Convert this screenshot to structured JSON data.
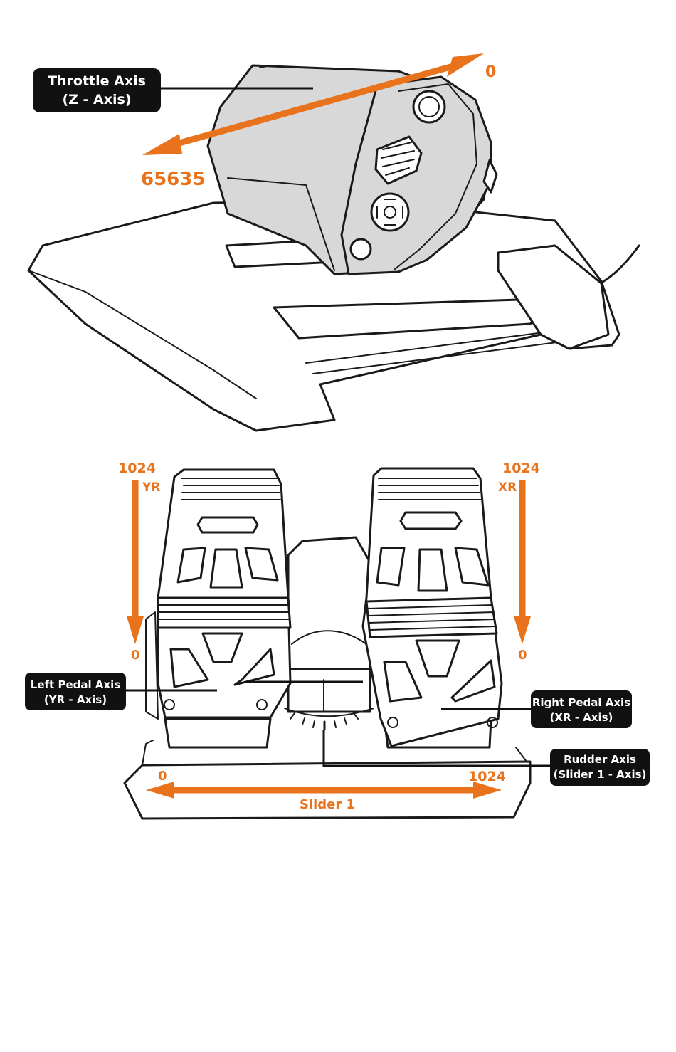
{
  "throttle": {
    "callout_line1": "Throttle Axis",
    "callout_line2": "(Z - Axis)",
    "max_label": "0",
    "min_label": "65635"
  },
  "pedals": {
    "left_top": "1024",
    "left_axis_tag": "YR",
    "left_bottom": "0",
    "right_top": "1024",
    "right_axis_tag": "XR",
    "right_bottom": "0",
    "left_callout_line1": "Left Pedal Axis",
    "left_callout_line2": "(YR - Axis)",
    "right_callout_line1": "Right Pedal Axis",
    "right_callout_line2": "(XR - Axis)",
    "rudder_callout_line1": "Rudder Axis",
    "rudder_callout_line2": "(Slider 1 - Axis)",
    "slider_min": "0",
    "slider_max": "1024",
    "slider_name": "Slider 1"
  },
  "colors": {
    "accent": "#e8731c",
    "callout_bg": "#111111",
    "ink": "#1a1a1a",
    "throttle_body": "#d8d8d8"
  }
}
